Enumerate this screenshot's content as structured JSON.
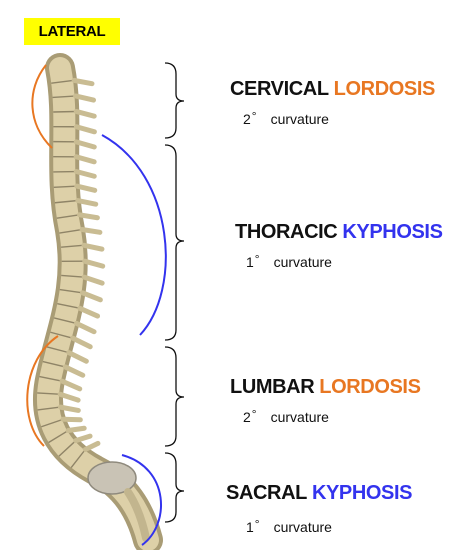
{
  "badge": {
    "label": "LATERAL",
    "color": "#ffff00"
  },
  "colors": {
    "lordosis": "#e87722",
    "kyphosis": "#3333ee",
    "bone": "#ddd0a8",
    "bone_shadow": "#a99c75"
  },
  "regions": [
    {
      "name": "CERVICAL",
      "curve": "LORDOSIS",
      "curve_type": "lordosis",
      "order": "2",
      "order_symbol": "°",
      "order_word": "curvature"
    },
    {
      "name": "THORACIC",
      "curve": "KYPHOSIS",
      "curve_type": "kyphosis",
      "order": "1",
      "order_symbol": "°",
      "order_word": "curvature"
    },
    {
      "name": "LUMBAR",
      "curve": "LORDOSIS",
      "curve_type": "lordosis",
      "order": "2",
      "order_symbol": "°",
      "order_word": "curvature"
    },
    {
      "name": "SACRAL",
      "curve": "KYPHOSIS",
      "curve_type": "kyphosis",
      "order": "1",
      "order_symbol": "°",
      "order_word": "curvature"
    }
  ]
}
